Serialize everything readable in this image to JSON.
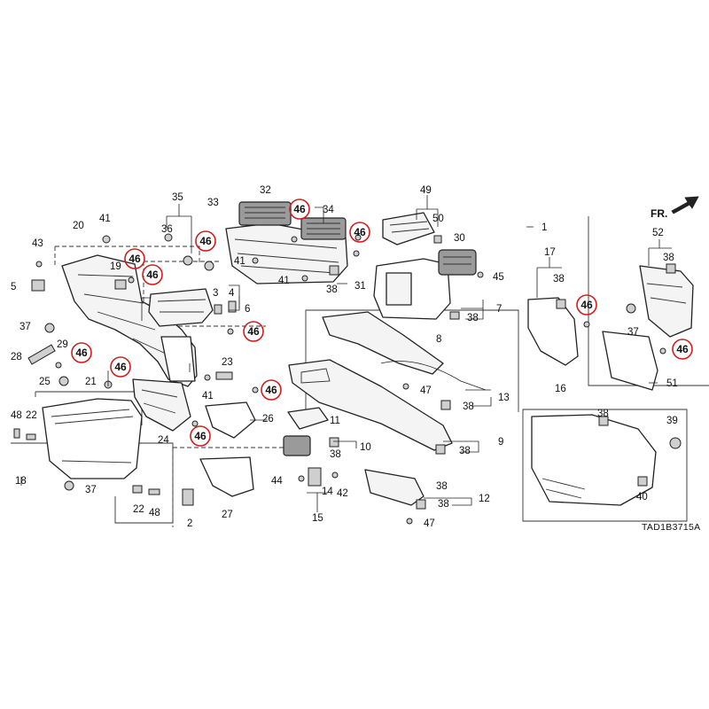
{
  "diagram_code": "TAD1B3715A",
  "direction_label": "FR.",
  "direction_icon": "arrow-right-up-icon",
  "highlight_color": "#d21c1c",
  "callouts": [
    {
      "id": "c1",
      "label": "1"
    },
    {
      "id": "c2",
      "label": "2"
    },
    {
      "id": "c3",
      "label": "3"
    },
    {
      "id": "c4",
      "label": "4"
    },
    {
      "id": "c5",
      "label": "5"
    },
    {
      "id": "c6",
      "label": "6"
    },
    {
      "id": "c7",
      "label": "7"
    },
    {
      "id": "c8",
      "label": "8"
    },
    {
      "id": "c9",
      "label": "9"
    },
    {
      "id": "c10",
      "label": "10"
    },
    {
      "id": "c11",
      "label": "11"
    },
    {
      "id": "c12",
      "label": "12"
    },
    {
      "id": "c13",
      "label": "13"
    },
    {
      "id": "c14",
      "label": "14"
    },
    {
      "id": "c15",
      "label": "15"
    },
    {
      "id": "c16",
      "label": "16"
    },
    {
      "id": "c17",
      "label": "17"
    },
    {
      "id": "c18",
      "label": "18"
    },
    {
      "id": "c19",
      "label": "19"
    },
    {
      "id": "c20",
      "label": "20"
    },
    {
      "id": "c21",
      "label": "21"
    },
    {
      "id": "c22a",
      "label": "22"
    },
    {
      "id": "c22b",
      "label": "22"
    },
    {
      "id": "c23",
      "label": "23"
    },
    {
      "id": "c24",
      "label": "24"
    },
    {
      "id": "c25",
      "label": "25"
    },
    {
      "id": "c26",
      "label": "26"
    },
    {
      "id": "c27",
      "label": "27"
    },
    {
      "id": "c28",
      "label": "28"
    },
    {
      "id": "c29",
      "label": "29"
    },
    {
      "id": "c30",
      "label": "30"
    },
    {
      "id": "c31",
      "label": "31"
    },
    {
      "id": "c32",
      "label": "32"
    },
    {
      "id": "c33",
      "label": "33"
    },
    {
      "id": "c34",
      "label": "34"
    },
    {
      "id": "c35",
      "label": "35"
    },
    {
      "id": "c36",
      "label": "36"
    },
    {
      "id": "c37a",
      "label": "37"
    },
    {
      "id": "c37b",
      "label": "37"
    },
    {
      "id": "c37c",
      "label": "37"
    },
    {
      "id": "c38a",
      "label": "38"
    },
    {
      "id": "c38b",
      "label": "38"
    },
    {
      "id": "c38c",
      "label": "38"
    },
    {
      "id": "c38d",
      "label": "38"
    },
    {
      "id": "c38e",
      "label": "38"
    },
    {
      "id": "c38f",
      "label": "38"
    },
    {
      "id": "c38g",
      "label": "38"
    },
    {
      "id": "c38h",
      "label": "38"
    },
    {
      "id": "c38i",
      "label": "38"
    },
    {
      "id": "c38j",
      "label": "38"
    },
    {
      "id": "c39",
      "label": "39"
    },
    {
      "id": "c40",
      "label": "40"
    },
    {
      "id": "c41a",
      "label": "41"
    },
    {
      "id": "c41b",
      "label": "41"
    },
    {
      "id": "c41c",
      "label": "41"
    },
    {
      "id": "c41d",
      "label": "41"
    },
    {
      "id": "c42",
      "label": "42"
    },
    {
      "id": "c43",
      "label": "43"
    },
    {
      "id": "c44",
      "label": "44"
    },
    {
      "id": "c45",
      "label": "45"
    },
    {
      "id": "c47a",
      "label": "47"
    },
    {
      "id": "c47b",
      "label": "47"
    },
    {
      "id": "c48a",
      "label": "48"
    },
    {
      "id": "c48b",
      "label": "48"
    },
    {
      "id": "c49",
      "label": "49"
    },
    {
      "id": "c50",
      "label": "50"
    },
    {
      "id": "c51",
      "label": "51"
    },
    {
      "id": "c52",
      "label": "52"
    }
  ],
  "highlighted_callouts": [
    {
      "id": "h1",
      "label": "46"
    },
    {
      "id": "h2",
      "label": "46"
    },
    {
      "id": "h3",
      "label": "46"
    },
    {
      "id": "h4",
      "label": "46"
    },
    {
      "id": "h5",
      "label": "46"
    },
    {
      "id": "h6",
      "label": "46"
    },
    {
      "id": "h7",
      "label": "46"
    },
    {
      "id": "h8",
      "label": "46"
    },
    {
      "id": "h9",
      "label": "46"
    },
    {
      "id": "h10",
      "label": "46"
    },
    {
      "id": "h11",
      "label": "46"
    },
    {
      "id": "h12",
      "label": "46"
    },
    {
      "id": "h13",
      "label": "46"
    }
  ]
}
